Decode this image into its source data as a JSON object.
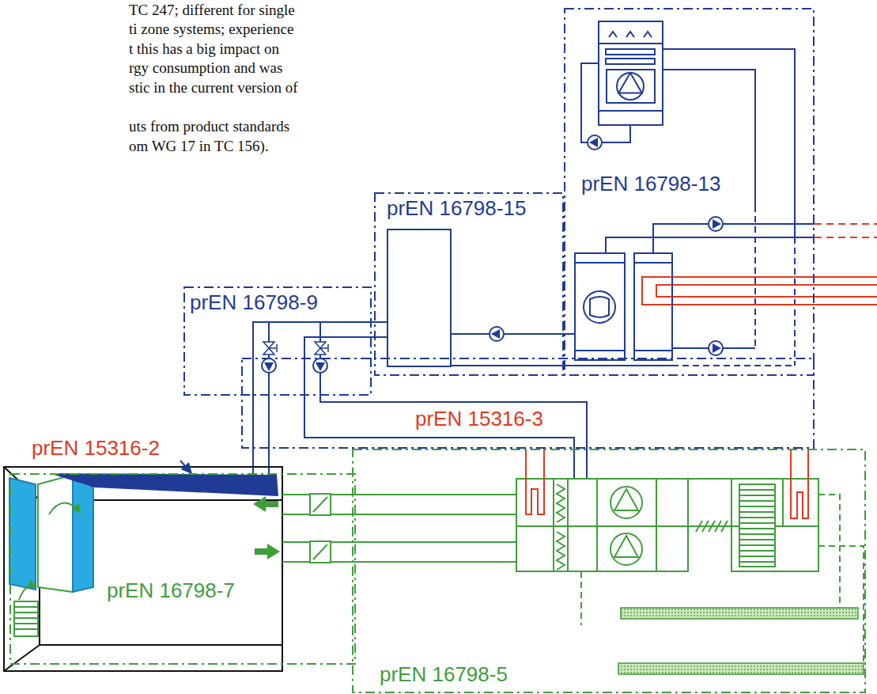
{
  "diagram": {
    "nodes": [
      {
        "text": [
          "prEN 16798-13"
        ]
      },
      {
        "text": [
          "prEN 16798-15"
        ]
      },
      {
        "text": [
          "prEN 16798-9"
        ]
      },
      {
        "text": [
          "prEN 15316-3"
        ]
      },
      {
        "text": [
          "prEN 16798-7"
        ]
      },
      {
        "text": [
          "prEN 16798-5"
        ]
      }
    ],
    "labels": [
      "TC 247; different for single",
      "ti zone systems; experience",
      "t this has a big impact on",
      "rgy consumption and was",
      "stic in the current version of",
      "uts from product standards",
      "om WG 17 in TC 156).",
      "prEN 15316-2"
    ]
  }
}
